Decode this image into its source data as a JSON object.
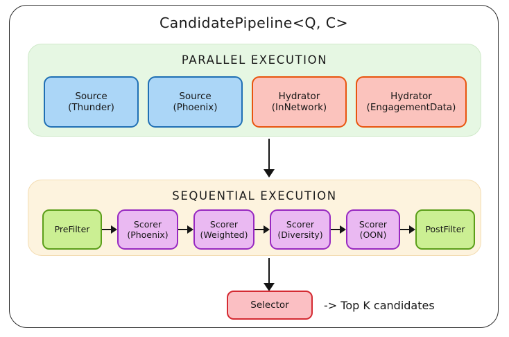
{
  "diagram": {
    "title": "CandidatePipeline<Q, C>",
    "parallel": {
      "title": "PARALLEL EXECUTION",
      "nodes": [
        {
          "line1": "Source",
          "line2": "(Thunder)",
          "color": "blue"
        },
        {
          "line1": "Source",
          "line2": "(Phoenix)",
          "color": "blue"
        },
        {
          "line1": "Hydrator",
          "line2": "(InNetwork)",
          "color": "salmon"
        },
        {
          "line1": "Hydrator",
          "line2": "(EngagementData)",
          "color": "salmon"
        }
      ]
    },
    "sequential": {
      "title": "SEQUENTIAL EXECUTION",
      "nodes": [
        {
          "line1": "PreFilter",
          "line2": "",
          "color": "green"
        },
        {
          "line1": "Scorer",
          "line2": "(Phoenix)",
          "color": "purple"
        },
        {
          "line1": "Scorer",
          "line2": "(Weighted)",
          "color": "purple"
        },
        {
          "line1": "Scorer",
          "line2": "(Diversity)",
          "color": "purple"
        },
        {
          "line1": "Scorer",
          "line2": "(OON)",
          "color": "purple"
        },
        {
          "line1": "PostFilter",
          "line2": "",
          "color": "green"
        }
      ]
    },
    "selector": {
      "label": "Selector",
      "output_label": "-> Top K candidates",
      "color": "red"
    },
    "colors": {
      "frame_border": "#2b2b2b",
      "parallel_bg": "#e6f7e3",
      "parallel_border": "#cfe9c9",
      "sequential_bg": "#fdf3de",
      "sequential_border": "#f3dcb2",
      "blue_fill": "#abd6f7",
      "blue_border": "#1f6fb4",
      "salmon_fill": "#fbc3bd",
      "salmon_border": "#e8540e",
      "green_fill": "#cbef93",
      "green_border": "#5b9e19",
      "purple_fill": "#eab9f2",
      "purple_border": "#9728c1",
      "red_fill": "#fbbfc3",
      "red_border": "#d42a32",
      "arrow": "#141414"
    }
  }
}
